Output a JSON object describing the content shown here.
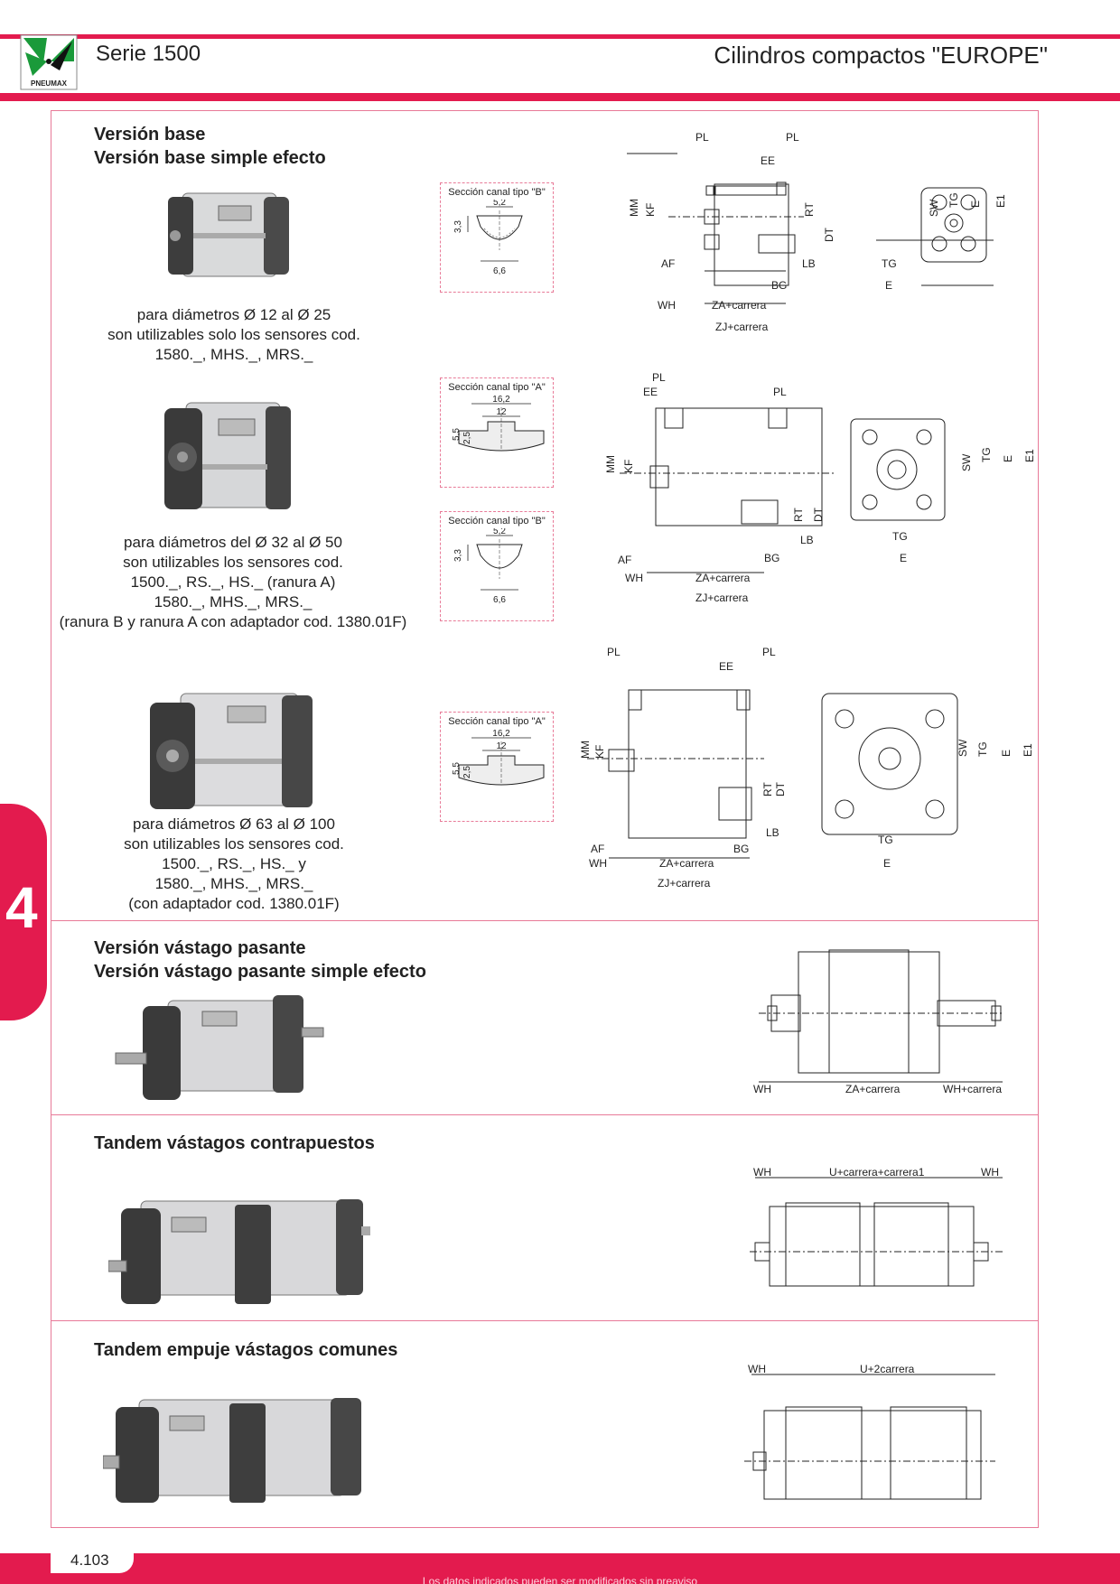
{
  "header": {
    "brand": "PNEUMAX",
    "series": "Serie 1500",
    "title": "Cilindros compactos \"EUROPE\""
  },
  "side_tab": "4",
  "sections": [
    {
      "lines": [
        "Versión base",
        "Versión base simple efecto"
      ]
    },
    {
      "lines": [
        "Versión vástago pasante",
        "Versión vástago pasante simple efecto"
      ]
    },
    {
      "lines": [
        "Tandem vástagos contrapuestos"
      ]
    },
    {
      "lines": [
        "Tandem empuje vástagos comunes"
      ]
    }
  ],
  "descriptions": [
    {
      "lines": [
        "para diámetros Ø 12 al Ø 25",
        "son utilizables solo los sensores cod.",
        "1580._, MHS._, MRS._"
      ]
    },
    {
      "lines": [
        "para diámetros del Ø 32 al Ø 50",
        "son utilizables los sensores cod.",
        "1500._, RS._, HS._ (ranura A)",
        "1580._, MHS._, MRS._",
        "(ranura B y ranura A con adaptador cod. 1380.01F)"
      ]
    },
    {
      "lines": [
        "para diámetros Ø 63 al Ø 100",
        "son utilizables los sensores cod.",
        "1500._, RS._, HS._ y",
        "1580._, MHS._, MRS._",
        "(con adaptador cod. 1380.01F)"
      ]
    }
  ],
  "slot_sections": {
    "B": {
      "title": "Sección canal tipo \"B\"",
      "top": "5,2",
      "bottom": "6,6",
      "side": "3,3"
    },
    "A": {
      "title": "Sección canal tipo \"A\"",
      "top": "16,2",
      "mid": "12",
      "side1": "5,5",
      "side2": "2,5"
    }
  },
  "dim_labels": {
    "pl": "PL",
    "ee": "EE",
    "mm": "MM",
    "kf": "KF",
    "rt": "RT",
    "dt": "DT",
    "af": "AF",
    "lb": "LB",
    "bg": "BG",
    "wh": "WH",
    "za": "ZA+carrera",
    "zj": "ZJ+carrera",
    "tg": "TG",
    "sw": "SW",
    "e": "E",
    "e1": "E1",
    "wh_carrera": "WH+carrera",
    "u_carrera": "U+carrera+carrera1",
    "u_2carrera": "U+2carrera"
  },
  "footer": {
    "page": "4.103",
    "disclaimer": "Los datos indicados pueden ser modificados sin preaviso"
  }
}
